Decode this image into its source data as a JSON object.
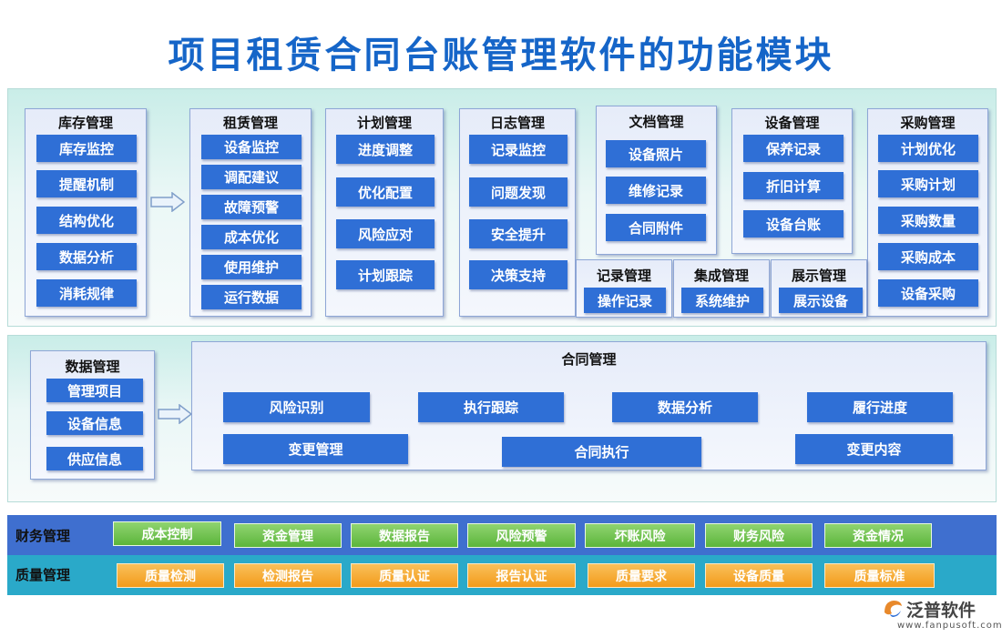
{
  "title": "项目租赁合同台账管理软件的功能模块",
  "modules": {
    "kucun": {
      "title": "库存管理",
      "items": [
        "库存监控",
        "提醒机制",
        "结构优化",
        "数据分析",
        "消耗规律"
      ]
    },
    "zulin": {
      "title": "租赁管理",
      "items": [
        "设备监控",
        "调配建议",
        "故障预警",
        "成本优化",
        "使用维护",
        "运行数据"
      ]
    },
    "jihua": {
      "title": "计划管理",
      "items": [
        "进度调整",
        "优化配置",
        "风险应对",
        "计划跟踪"
      ]
    },
    "rizhi": {
      "title": "日志管理",
      "items": [
        "记录监控",
        "问题发现",
        "安全提升",
        "决策支持"
      ]
    },
    "wendang": {
      "title": "文档管理",
      "items": [
        "设备照片",
        "维修记录",
        "合同附件"
      ]
    },
    "shebei": {
      "title": "设备管理",
      "items": [
        "保养记录",
        "折旧计算",
        "设备台账"
      ]
    },
    "caigou": {
      "title": "采购管理",
      "items": [
        "计划优化",
        "采购计划",
        "采购数量",
        "采购成本",
        "设备采购"
      ]
    },
    "jilu": {
      "title": "记录管理",
      "items": [
        "操作记录"
      ]
    },
    "jicheng": {
      "title": "集成管理",
      "items": [
        "系统维护"
      ]
    },
    "zhanshi": {
      "title": "展示管理",
      "items": [
        "展示设备"
      ]
    },
    "shuju": {
      "title": "数据管理",
      "items": [
        "管理项目",
        "设备信息",
        "供应信息"
      ]
    },
    "hetong": {
      "title": "合同管理",
      "items": [
        "风险识别",
        "执行跟踪",
        "数据分析",
        "履行进度",
        "变更管理",
        "合同执行",
        "变更内容"
      ]
    }
  },
  "finance": {
    "label": "财务管理",
    "items": [
      "成本控制",
      "资金管理",
      "数据报告",
      "风险预警",
      "坏账风险",
      "财务风险",
      "资金情况"
    ]
  },
  "quality": {
    "label": "质量管理",
    "items": [
      "质量检测",
      "检测报告",
      "质量认证",
      "报告认证",
      "质量要求",
      "设备质量",
      "质量标准"
    ]
  },
  "logo": {
    "name": "泛普软件",
    "url": "www.fanpusoft.com"
  },
  "colors": {
    "title": "#1565c8",
    "item": "#2f6fd6",
    "finance_strip": "#3f6fcf",
    "quality_strip": "#2aa9c9",
    "green": "#5cb53b",
    "orange": "#f39b1a"
  }
}
